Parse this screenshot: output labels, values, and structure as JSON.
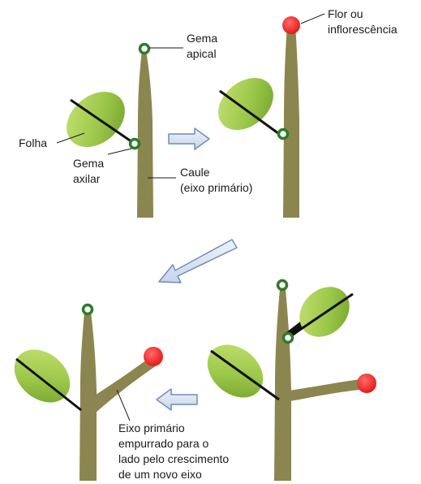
{
  "labels": {
    "gema_apical": [
      "Gema",
      "apical"
    ],
    "flor": [
      "Flor ou",
      "inflorescência"
    ],
    "folha": "Folha",
    "gema_axilar": [
      "Gema",
      "axilar"
    ],
    "caule": [
      "Caule",
      "(eixo primário)"
    ],
    "eixo_primario": [
      "Eixo primário",
      "empurrado para o",
      "lado pelo crescimento",
      "de um novo eixo"
    ]
  },
  "colors": {
    "stem": "#8b8550",
    "leaf_light": "#b6d85a",
    "leaf_dark": "#6f9e2a",
    "bud_ring": "#2f7a2c",
    "flower": "#e81c1c",
    "arrow_fill": "#d7e2f1",
    "arrow_stroke": "#6f8cba",
    "leader": "#1a1a1a"
  }
}
